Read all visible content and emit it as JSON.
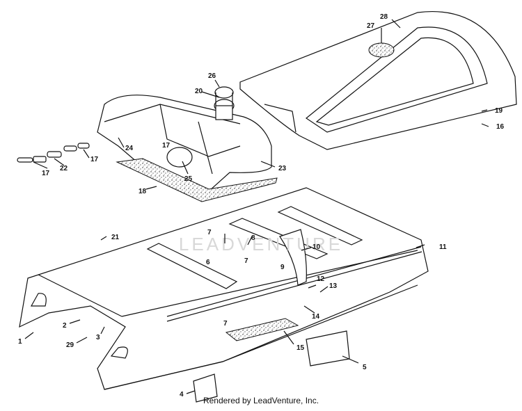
{
  "diagram": {
    "callouts": [
      {
        "id": "c1",
        "label": "1"
      },
      {
        "id": "c2",
        "label": "2"
      },
      {
        "id": "c3",
        "label": "3"
      },
      {
        "id": "c4",
        "label": "4"
      },
      {
        "id": "c5",
        "label": "5"
      },
      {
        "id": "c6",
        "label": "6"
      },
      {
        "id": "c7a",
        "label": "7"
      },
      {
        "id": "c7b",
        "label": "7"
      },
      {
        "id": "c7c",
        "label": "7"
      },
      {
        "id": "c8",
        "label": "8"
      },
      {
        "id": "c9",
        "label": "9"
      },
      {
        "id": "c10",
        "label": "10"
      },
      {
        "id": "c11",
        "label": "11"
      },
      {
        "id": "c12",
        "label": "12"
      },
      {
        "id": "c13",
        "label": "13"
      },
      {
        "id": "c14",
        "label": "14"
      },
      {
        "id": "c15",
        "label": "15"
      },
      {
        "id": "c16",
        "label": "16"
      },
      {
        "id": "c17a",
        "label": "17"
      },
      {
        "id": "c17b",
        "label": "17"
      },
      {
        "id": "c17c",
        "label": "17"
      },
      {
        "id": "c18",
        "label": "18"
      },
      {
        "id": "c19",
        "label": "19"
      },
      {
        "id": "c20",
        "label": "20"
      },
      {
        "id": "c21",
        "label": "21"
      },
      {
        "id": "c22",
        "label": "22"
      },
      {
        "id": "c23",
        "label": "23"
      },
      {
        "id": "c24",
        "label": "24"
      },
      {
        "id": "c25",
        "label": "25"
      },
      {
        "id": "c26",
        "label": "26"
      },
      {
        "id": "c27",
        "label": "27"
      },
      {
        "id": "c28",
        "label": "28"
      },
      {
        "id": "c29",
        "label": "29"
      }
    ]
  },
  "watermark": {
    "text": "LEADVENTURE"
  },
  "footer": {
    "text": "Rendered by LeadVenture, Inc."
  }
}
